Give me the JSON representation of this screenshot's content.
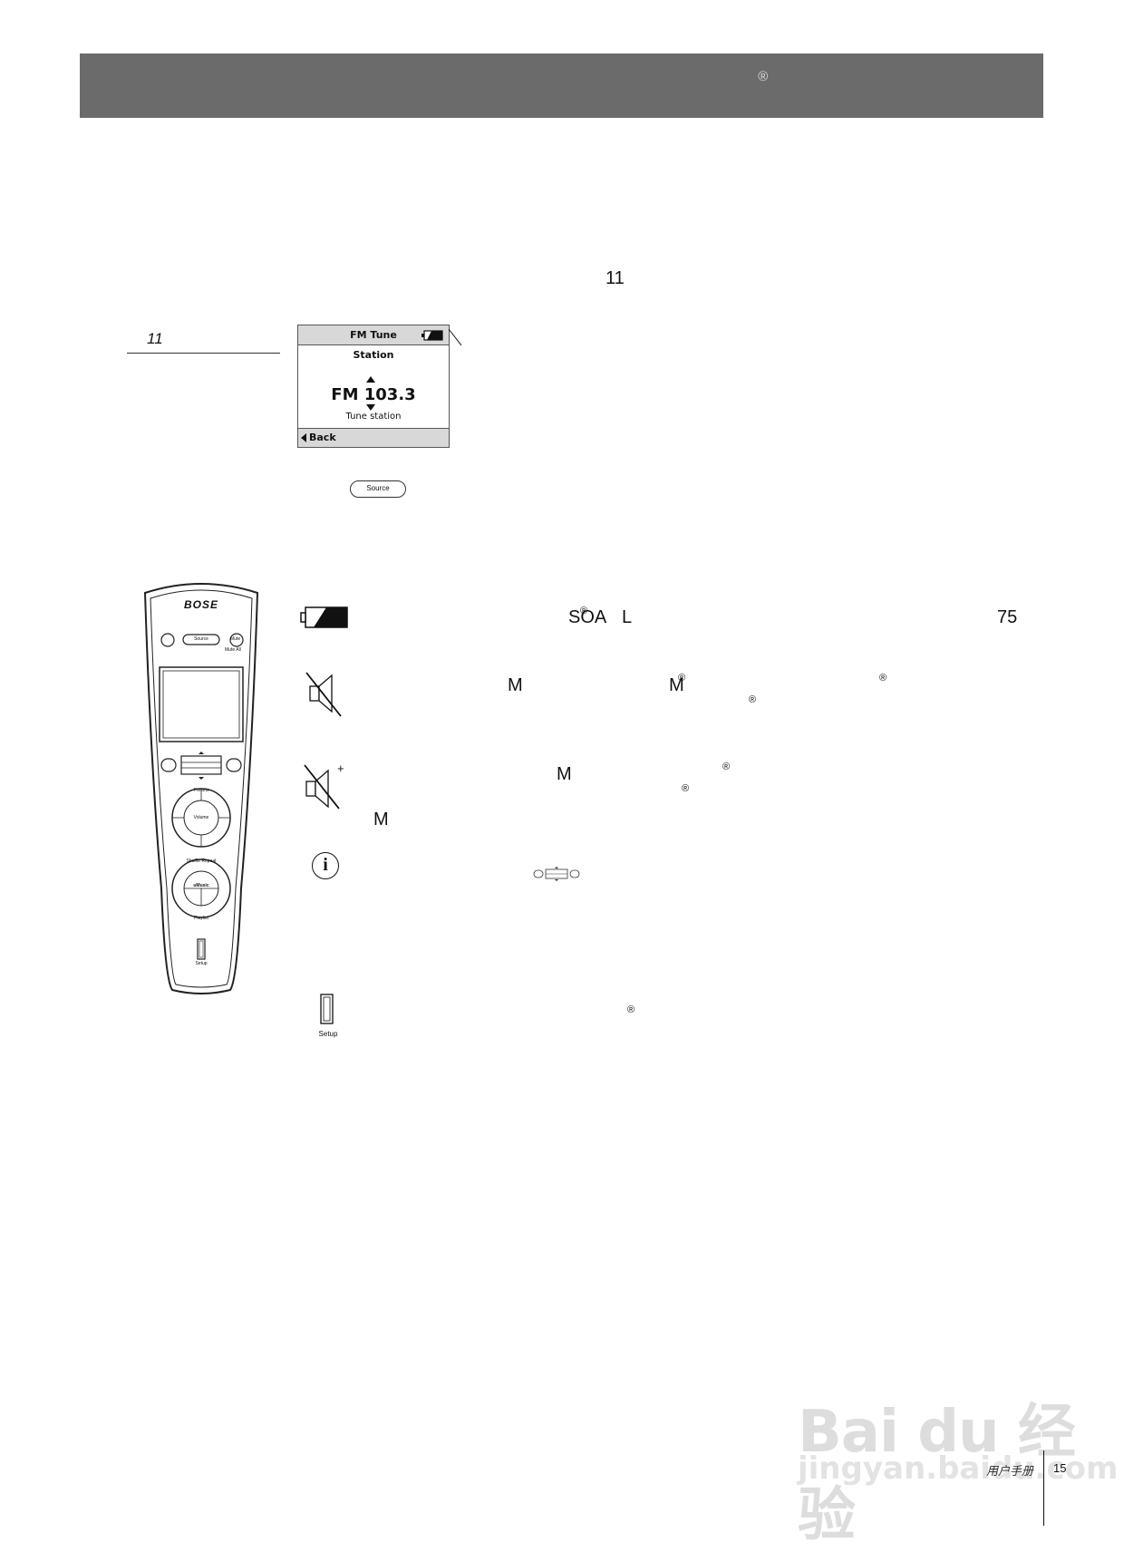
{
  "header": {
    "registered_mark": "®"
  },
  "intro": {
    "ref_number": "11"
  },
  "figure": {
    "label": "11"
  },
  "fm_screen": {
    "title": "FM Tune",
    "subtitle": "Station",
    "frequency": "FM 103.3",
    "hint": "Tune station",
    "back_label": "Back"
  },
  "source_button": {
    "label": "Source"
  },
  "remote": {
    "brand": "BOSE",
    "source_label": "Source",
    "mute_label": "Mute",
    "mute_all_label": "Mute All",
    "presets_label": "Presets",
    "volume_label": "Volume",
    "shuffle_label": "Shuffle Repeat",
    "playlist_label": "Playlist",
    "umusic_label": "uMusic",
    "setup_label": "Setup"
  },
  "rows": {
    "battery": {
      "text_a": "SOA",
      "text_b": "L",
      "text_c": "75",
      "reg": "®"
    },
    "mute": {
      "m1": "M",
      "m2": "M",
      "reg1": "®",
      "reg2": "®",
      "reg3": "®"
    },
    "mute_all": {
      "plus": "+",
      "m1": "M",
      "m2": "M",
      "reg1": "®",
      "reg2": "®"
    },
    "info": {
      "glyph": "i"
    },
    "setup": {
      "label": "Setup",
      "reg": "®"
    }
  },
  "footer": {
    "manual_title": "用户手册",
    "page_number": "15"
  },
  "watermark": {
    "brand": "Bai du 经验",
    "url": "jingyan.baidu.com"
  }
}
